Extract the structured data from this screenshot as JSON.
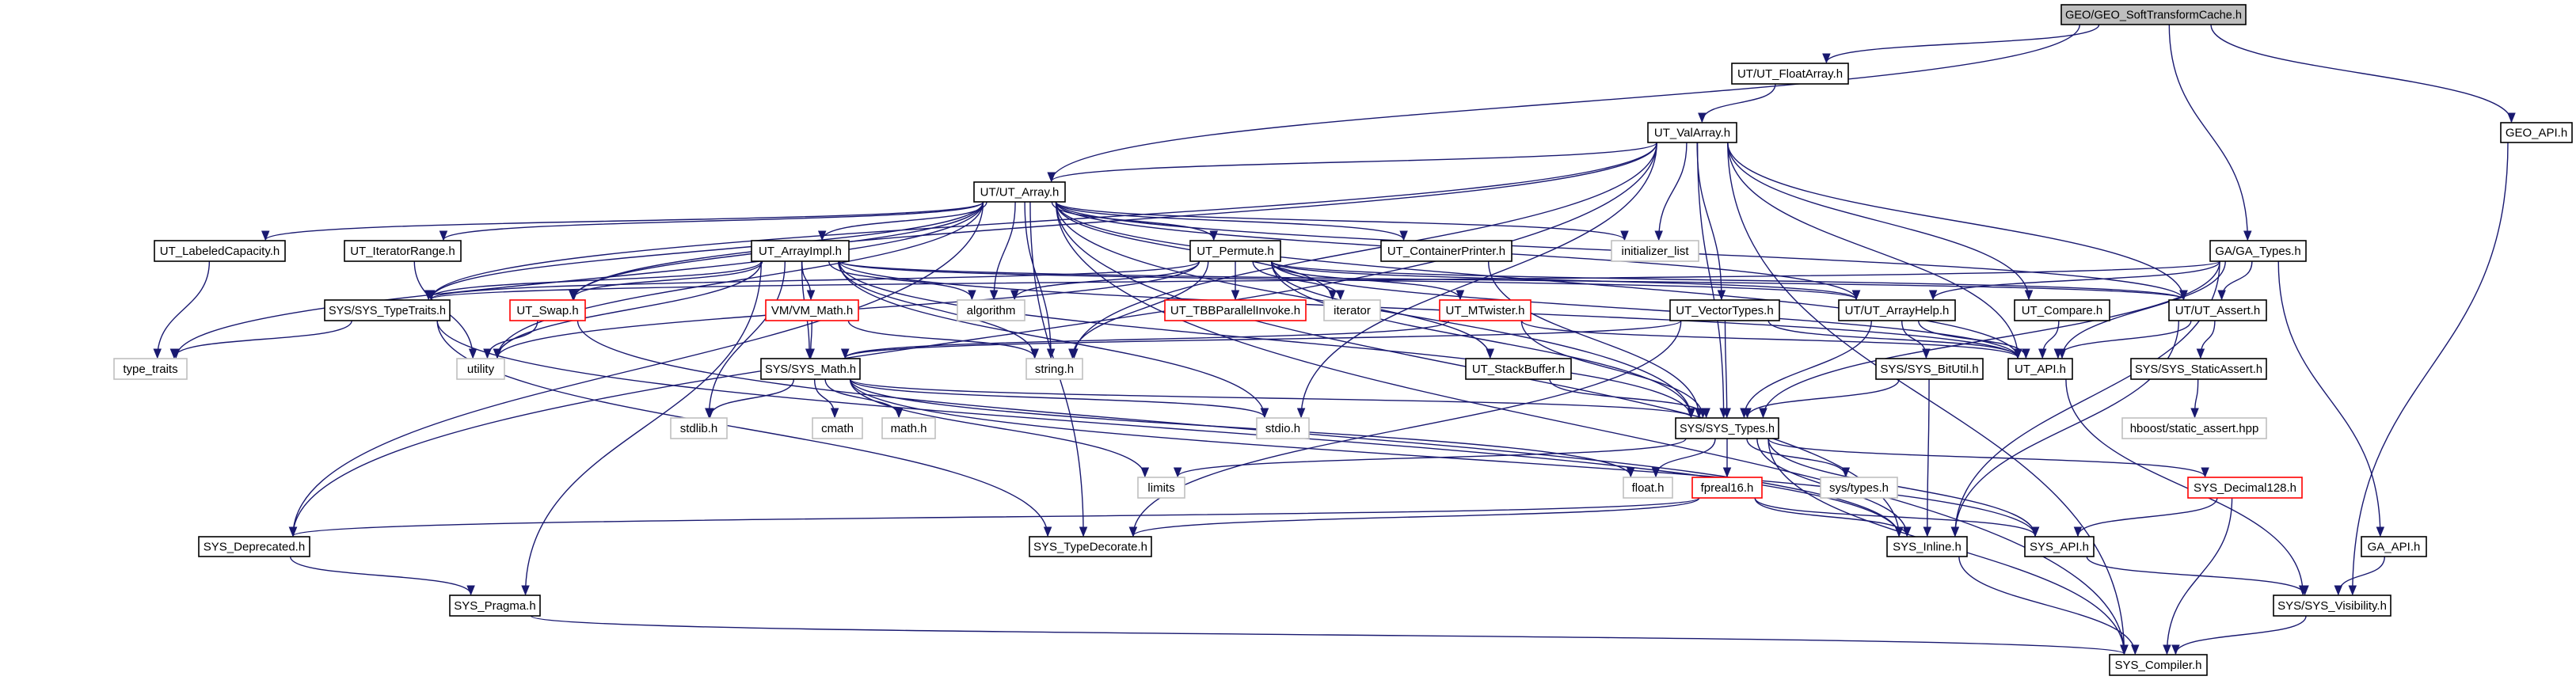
{
  "colors": {
    "edge": "#191970",
    "normal_border": "#000000",
    "red_border": "#ff0000",
    "gray_border": "#bfbfbf",
    "root_fill": "#bfbfbf"
  },
  "nodes": [
    {
      "id": "geo",
      "label": "GEO/GEO_SoftTransformCache.h",
      "style": "root"
    },
    {
      "id": "floatarray",
      "label": "UT/UT_FloatArray.h",
      "style": "normal"
    },
    {
      "id": "geoapi",
      "label": "GEO_API.h",
      "style": "normal"
    },
    {
      "id": "valarray",
      "label": "UT_ValArray.h",
      "style": "normal"
    },
    {
      "id": "utarray",
      "label": "UT/UT_Array.h",
      "style": "normal"
    },
    {
      "id": "labeledcap",
      "label": "UT_LabeledCapacity.h",
      "style": "normal"
    },
    {
      "id": "iterrange",
      "label": "UT_IteratorRange.h",
      "style": "normal"
    },
    {
      "id": "arrayimpl",
      "label": "UT_ArrayImpl.h",
      "style": "normal"
    },
    {
      "id": "permute",
      "label": "UT_Permute.h",
      "style": "normal"
    },
    {
      "id": "contprinter",
      "label": "UT_ContainerPrinter.h",
      "style": "normal"
    },
    {
      "id": "initlist",
      "label": "initializer_list",
      "style": "gray"
    },
    {
      "id": "gatypes",
      "label": "GA/GA_Types.h",
      "style": "normal"
    },
    {
      "id": "typetraits",
      "label": "SYS/SYS_TypeTraits.h",
      "style": "normal"
    },
    {
      "id": "swap",
      "label": "UT_Swap.h",
      "style": "red"
    },
    {
      "id": "vmmath",
      "label": "VM/VM_Math.h",
      "style": "red"
    },
    {
      "id": "algorithm",
      "label": "algorithm",
      "style": "gray"
    },
    {
      "id": "tbb",
      "label": "UT_TBBParallelInvoke.h",
      "style": "red"
    },
    {
      "id": "iterator",
      "label": "iterator",
      "style": "gray"
    },
    {
      "id": "mtwister",
      "label": "UT_MTwister.h",
      "style": "red"
    },
    {
      "id": "vectortypes",
      "label": "UT_VectorTypes.h",
      "style": "normal"
    },
    {
      "id": "arrayhelp",
      "label": "UT/UT_ArrayHelp.h",
      "style": "normal"
    },
    {
      "id": "compare",
      "label": "UT_Compare.h",
      "style": "normal"
    },
    {
      "id": "assert",
      "label": "UT/UT_Assert.h",
      "style": "normal"
    },
    {
      "id": "typetraitsstd",
      "label": "type_traits",
      "style": "gray"
    },
    {
      "id": "utility",
      "label": "utility",
      "style": "gray"
    },
    {
      "id": "sysmath",
      "label": "SYS/SYS_Math.h",
      "style": "normal"
    },
    {
      "id": "string",
      "label": "string.h",
      "style": "gray"
    },
    {
      "id": "stackbuffer",
      "label": "UT_StackBuffer.h",
      "style": "normal"
    },
    {
      "id": "bitutil",
      "label": "SYS/SYS_BitUtil.h",
      "style": "normal"
    },
    {
      "id": "utapi",
      "label": "UT_API.h",
      "style": "normal"
    },
    {
      "id": "staticassert",
      "label": "SYS/SYS_StaticAssert.h",
      "style": "normal"
    },
    {
      "id": "stdlib",
      "label": "stdlib.h",
      "style": "gray"
    },
    {
      "id": "cmath",
      "label": "cmath",
      "style": "gray"
    },
    {
      "id": "mathh",
      "label": "math.h",
      "style": "gray"
    },
    {
      "id": "stdio",
      "label": "stdio.h",
      "style": "gray"
    },
    {
      "id": "systypes",
      "label": "SYS/SYS_Types.h",
      "style": "normal"
    },
    {
      "id": "hboost",
      "label": "hboost/static_assert.hpp",
      "style": "gray"
    },
    {
      "id": "limits",
      "label": "limits",
      "style": "gray"
    },
    {
      "id": "floath",
      "label": "float.h",
      "style": "gray"
    },
    {
      "id": "fpreal16",
      "label": "fpreal16.h",
      "style": "red"
    },
    {
      "id": "systypesh",
      "label": "sys/types.h",
      "style": "gray"
    },
    {
      "id": "decimal",
      "label": "SYS_Decimal128.h",
      "style": "red"
    },
    {
      "id": "deprecated",
      "label": "SYS_Deprecated.h",
      "style": "normal"
    },
    {
      "id": "typedecorate",
      "label": "SYS_TypeDecorate.h",
      "style": "normal"
    },
    {
      "id": "inline",
      "label": "SYS_Inline.h",
      "style": "normal"
    },
    {
      "id": "sysapi",
      "label": "SYS_API.h",
      "style": "normal"
    },
    {
      "id": "gaapi",
      "label": "GA_API.h",
      "style": "normal"
    },
    {
      "id": "pragma",
      "label": "SYS_Pragma.h",
      "style": "normal"
    },
    {
      "id": "visibility",
      "label": "SYS/SYS_Visibility.h",
      "style": "normal"
    },
    {
      "id": "compiler",
      "label": "SYS_Compiler.h",
      "style": "normal"
    }
  ],
  "edges": [
    [
      "geo",
      "utarray"
    ],
    [
      "geo",
      "floatarray"
    ],
    [
      "geo",
      "gatypes"
    ],
    [
      "geo",
      "geoapi"
    ],
    [
      "floatarray",
      "valarray"
    ],
    [
      "geoapi",
      "visibility"
    ],
    [
      "valarray",
      "utarray"
    ],
    [
      "valarray",
      "deprecated"
    ],
    [
      "valarray",
      "compiler"
    ],
    [
      "valarray",
      "typetraits"
    ],
    [
      "valarray",
      "swap"
    ],
    [
      "valarray",
      "string"
    ],
    [
      "valarray",
      "stdio"
    ],
    [
      "valarray",
      "initlist"
    ],
    [
      "valarray",
      "vectortypes"
    ],
    [
      "valarray",
      "systypes"
    ],
    [
      "valarray",
      "compare"
    ],
    [
      "valarray",
      "assert"
    ],
    [
      "valarray",
      "utapi"
    ],
    [
      "utarray",
      "labeledcap"
    ],
    [
      "utarray",
      "iterrange"
    ],
    [
      "utarray",
      "arrayimpl"
    ],
    [
      "utarray",
      "permute"
    ],
    [
      "utarray",
      "contprinter"
    ],
    [
      "utarray",
      "initlist"
    ],
    [
      "utarray",
      "algorithm"
    ],
    [
      "utarray",
      "string"
    ],
    [
      "utarray",
      "iterator"
    ],
    [
      "utarray",
      "typetraitsstd"
    ],
    [
      "utarray",
      "deprecated"
    ],
    [
      "utarray",
      "typetraits"
    ],
    [
      "utarray",
      "swap"
    ],
    [
      "utarray",
      "arrayhelp"
    ],
    [
      "utarray",
      "assert"
    ],
    [
      "utarray",
      "utapi"
    ],
    [
      "utarray",
      "systypes"
    ],
    [
      "utarray",
      "inline"
    ],
    [
      "utarray",
      "typedecorate"
    ],
    [
      "utarray",
      "utility"
    ],
    [
      "utarray",
      "compiler"
    ],
    [
      "labeledcap",
      "typetraitsstd"
    ],
    [
      "iterrange",
      "utility"
    ],
    [
      "arrayimpl",
      "vmmath"
    ],
    [
      "arrayimpl",
      "sysmath"
    ],
    [
      "arrayimpl",
      "typetraits"
    ],
    [
      "arrayimpl",
      "swap"
    ],
    [
      "arrayimpl",
      "utility"
    ],
    [
      "arrayimpl",
      "stdlib"
    ],
    [
      "arrayimpl",
      "string"
    ],
    [
      "arrayimpl",
      "algorithm"
    ],
    [
      "arrayimpl",
      "stdio"
    ],
    [
      "arrayimpl",
      "pragma"
    ],
    [
      "arrayimpl",
      "systypes"
    ],
    [
      "arrayimpl",
      "arrayhelp"
    ],
    [
      "arrayimpl",
      "assert"
    ],
    [
      "arrayimpl",
      "utapi"
    ],
    [
      "permute",
      "tbb"
    ],
    [
      "permute",
      "iterator"
    ],
    [
      "permute",
      "algorithm"
    ],
    [
      "permute",
      "string"
    ],
    [
      "permute",
      "mtwister"
    ],
    [
      "permute",
      "typetraits"
    ],
    [
      "permute",
      "assert"
    ],
    [
      "permute",
      "utapi"
    ],
    [
      "permute",
      "systypes"
    ],
    [
      "permute",
      "stackbuffer"
    ],
    [
      "permute",
      "utility"
    ],
    [
      "permute",
      "arrayhelp"
    ],
    [
      "contprinter",
      "systypes"
    ],
    [
      "mtwister",
      "sysmath"
    ],
    [
      "mtwister",
      "systypes"
    ],
    [
      "mtwister",
      "utapi"
    ],
    [
      "vmmath",
      "sysmath"
    ],
    [
      "vmmath",
      "string"
    ],
    [
      "swap",
      "utility"
    ],
    [
      "swap",
      "inline"
    ],
    [
      "typetraits",
      "typetraitsstd"
    ],
    [
      "typetraits",
      "typedecorate"
    ],
    [
      "typetraits",
      "inline"
    ],
    [
      "sysmath",
      "stdlib"
    ],
    [
      "sysmath",
      "cmath"
    ],
    [
      "sysmath",
      "mathh"
    ],
    [
      "sysmath",
      "limits"
    ],
    [
      "sysmath",
      "stdio"
    ],
    [
      "sysmath",
      "systypes"
    ],
    [
      "sysmath",
      "floath"
    ],
    [
      "sysmath",
      "sysapi"
    ],
    [
      "stackbuffer",
      "systypes"
    ],
    [
      "vectortypes",
      "systypes"
    ],
    [
      "vectortypes",
      "typedecorate"
    ],
    [
      "vectortypes",
      "utapi"
    ],
    [
      "vectortypes",
      "sysmath"
    ],
    [
      "gatypes",
      "systypes"
    ],
    [
      "gatypes",
      "arrayhelp"
    ],
    [
      "gatypes",
      "assert"
    ],
    [
      "gatypes",
      "utapi"
    ],
    [
      "gatypes",
      "inline"
    ],
    [
      "gatypes",
      "gaapi"
    ],
    [
      "gatypes",
      "typetraits"
    ],
    [
      "arrayhelp",
      "bitutil"
    ],
    [
      "arrayhelp",
      "utapi"
    ],
    [
      "arrayhelp",
      "systypes"
    ],
    [
      "compare",
      "utapi"
    ],
    [
      "assert",
      "utapi"
    ],
    [
      "assert",
      "staticassert"
    ],
    [
      "assert",
      "inline"
    ],
    [
      "bitutil",
      "systypes"
    ],
    [
      "bitutil",
      "inline"
    ],
    [
      "utapi",
      "visibility"
    ],
    [
      "staticassert",
      "hboost"
    ],
    [
      "systypes",
      "limits"
    ],
    [
      "systypes",
      "floath"
    ],
    [
      "systypes",
      "fpreal16"
    ],
    [
      "systypes",
      "systypesh"
    ],
    [
      "systypes",
      "decimal"
    ],
    [
      "systypes",
      "inline"
    ],
    [
      "systypes",
      "sysapi"
    ],
    [
      "systypes",
      "compiler"
    ],
    [
      "fpreal16",
      "deprecated"
    ],
    [
      "fpreal16",
      "typedecorate"
    ],
    [
      "fpreal16",
      "inline"
    ],
    [
      "fpreal16",
      "sysapi"
    ],
    [
      "decimal",
      "sysapi"
    ],
    [
      "decimal",
      "compiler"
    ],
    [
      "inline",
      "compiler"
    ],
    [
      "sysapi",
      "visibility"
    ],
    [
      "gaapi",
      "visibility"
    ],
    [
      "visibility",
      "compiler"
    ],
    [
      "deprecated",
      "pragma"
    ],
    [
      "pragma",
      "compiler"
    ]
  ]
}
